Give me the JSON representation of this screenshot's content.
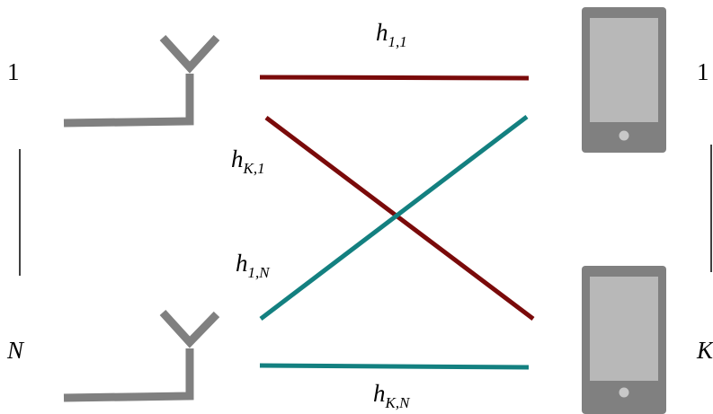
{
  "labels": {
    "antenna_top_index": "1",
    "antenna_bottom_index": "N",
    "user_top_index": "1",
    "user_bottom_index": "K"
  },
  "channels": {
    "h11": {
      "symbol": "h",
      "subscript": "1,1"
    },
    "hK1": {
      "symbol": "h",
      "subscript": "K,1"
    },
    "h1N": {
      "symbol": "h",
      "subscript": "1,N"
    },
    "hKN": {
      "symbol": "h",
      "subscript": "K,N"
    }
  },
  "colors": {
    "antenna": "#808080",
    "phone_body": "#808080",
    "phone_screen": "#b8b8b8",
    "phone_button": "#c8c8c8",
    "link_from_antenna_1": "#7a0a0a",
    "link_from_antenna_N": "#138080",
    "separator": "#000000"
  },
  "icons": {
    "antenna": "antenna-icon",
    "user": "smartphone-icon"
  }
}
